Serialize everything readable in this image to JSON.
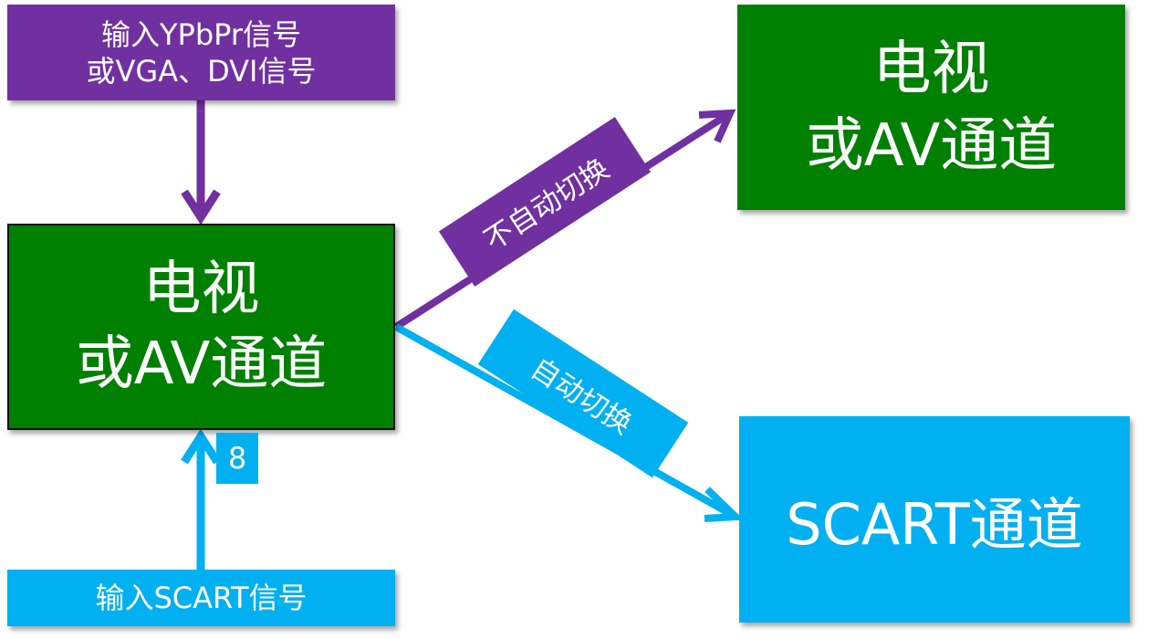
{
  "colors": {
    "purple": "#7030a0",
    "green": "#008000",
    "blue": "#00b0f0",
    "text": "#ffffff"
  },
  "input_top": {
    "line1": "输入YPbPr信号",
    "line2": "或VGA、DVI信号"
  },
  "input_bottom": {
    "label": "输入SCART信号"
  },
  "center_box": {
    "line1": "电视",
    "line2": "或AV通道"
  },
  "badge": {
    "label": "8"
  },
  "output_top": {
    "line1": "电视",
    "line2": "或AV通道"
  },
  "output_bottom": {
    "label": "SCART通道"
  },
  "edges": {
    "manual_label": "不自动切换",
    "auto_label": "自动切换"
  }
}
